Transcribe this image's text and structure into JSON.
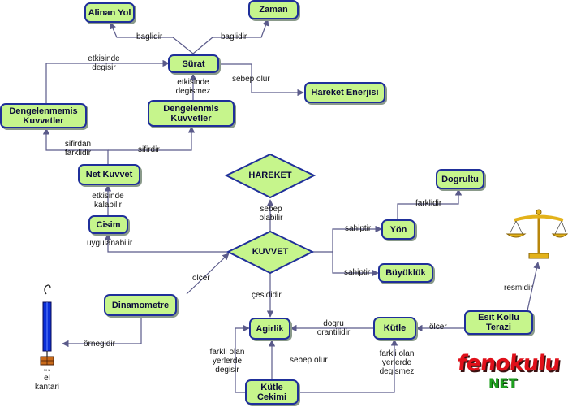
{
  "nodes": {
    "alinan_yol": "Alinan Yol",
    "zaman": "Zaman",
    "surat": "Sürat",
    "hareket_enerjisi": "Hareket Enerjisi",
    "dengelenmemis": "Dengelenmemis Kuvvetler",
    "dengelenmis": "Dengelenmis Kuvvetler",
    "net_kuvvet": "Net Kuvvet",
    "hareket": "HAREKET",
    "cisim": "Cisim",
    "kuvvet": "KUVVET",
    "dogrultu": "Dogrultu",
    "yon": "Yön",
    "buyukluk": "Büyüklük",
    "dinamometre": "Dinamometre",
    "agirlik": "Agirlik",
    "kutle": "Kütle",
    "esit_kollu_terazi": "Esit Kollu Terazi",
    "kutle_cekimi": "Kütle Cekimi"
  },
  "labels": {
    "baglidir_left": "baglidir",
    "baglidir_right": "baglidir",
    "etkisinde_degisir": "etkisinde degisir",
    "etkisinde_degismez": "etkisinde degismez",
    "sebep_olur_top": "sebep olur",
    "sifirdan_farklidir": "sifirdan farklidir",
    "sifirdir": "sifirdir",
    "etkisinde_kalabilir": "etkisinde kalabilir",
    "sebep_olabilir": "sebep olabilir",
    "farklidir": "farklidir",
    "uygulanabilir": "uygulanabilir",
    "sahiptir_1": "sahiptir",
    "sahiptir_2": "sahiptir",
    "olcer_dinamometre": "ölcer",
    "resmidir": "resmidir",
    "cesididir": "çesididir",
    "ornegidir": "örnegidir",
    "dogru_orantilidir": "dogru orantilidir",
    "olcer_terazi": "ölcer",
    "farkli_olan_degisir": "farkli olan yerlerde degisir",
    "sebep_olur_bottom": "sebep olur",
    "farkli_olan_degismez": "farkli olan yerlerde degismez",
    "el_kantari": "el kantari",
    "scale_mark": "30 N"
  },
  "logo": {
    "main": "fenokulu",
    "sub": "NET"
  },
  "colors": {
    "node_fill": "#c6f58c",
    "node_border": "#1f2f9a",
    "line": "#5a5a8a",
    "logo_red": "#e0101a",
    "logo_green": "#1ea01e",
    "spring_scale_blue": "#0a2ed8",
    "balance_gold": "#e3b21a"
  }
}
